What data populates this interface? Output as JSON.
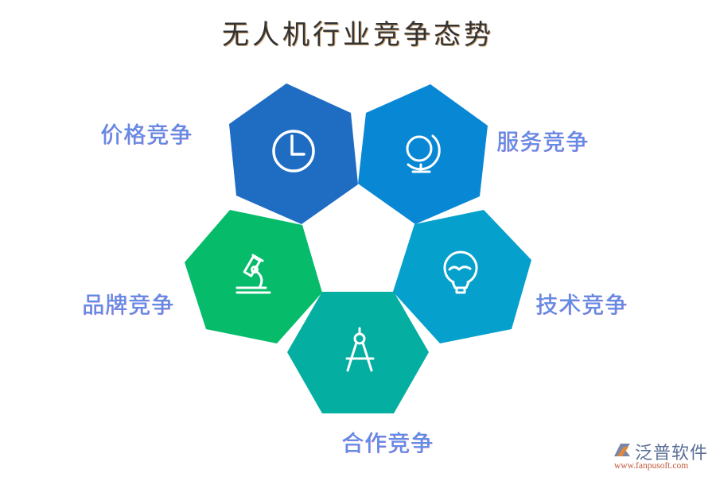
{
  "title": "无人机行业竞争态势",
  "colors": {
    "price": "#1f6dc3",
    "service": "#0887d5",
    "brand": "#06bb6a",
    "tech": "#05a0cc",
    "cooperation": "#04aea0",
    "label": "#5b8fe6",
    "title": "#333333"
  },
  "segments": [
    {
      "id": "price",
      "label": "价格竞争",
      "icon": "clock-icon"
    },
    {
      "id": "service",
      "label": "服务竞争",
      "icon": "globe-icon"
    },
    {
      "id": "brand",
      "label": "品牌竞争",
      "icon": "microscope-icon"
    },
    {
      "id": "tech",
      "label": "技术竞争",
      "icon": "lightbulb-icon"
    },
    {
      "id": "cooperation",
      "label": "合作竞争",
      "icon": "compass-icon"
    }
  ],
  "watermark": {
    "name": "泛普软件",
    "url": "www.fanpusoft.com"
  }
}
